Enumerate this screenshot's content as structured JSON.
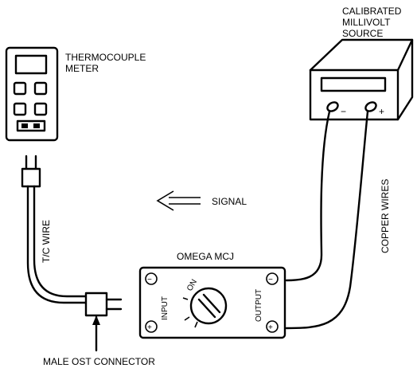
{
  "labels": {
    "thermocouple_meter": [
      "THERMOCOUPLE",
      "METER"
    ],
    "millivolt_source": [
      "CALIBRATED",
      "MILLIVOLT",
      "SOURCE"
    ],
    "signal": "SIGNAL",
    "tc_wire": "T/C WIRE",
    "copper_wires": "COPPER WIRES",
    "mcj_title": "OMEGA MCJ",
    "input": "INPUT",
    "output": "OUTPUT",
    "on": "ON",
    "male_connector": "MALE OST CONNECTOR"
  },
  "terminal_marks": {
    "minus": "−",
    "plus": "+"
  }
}
